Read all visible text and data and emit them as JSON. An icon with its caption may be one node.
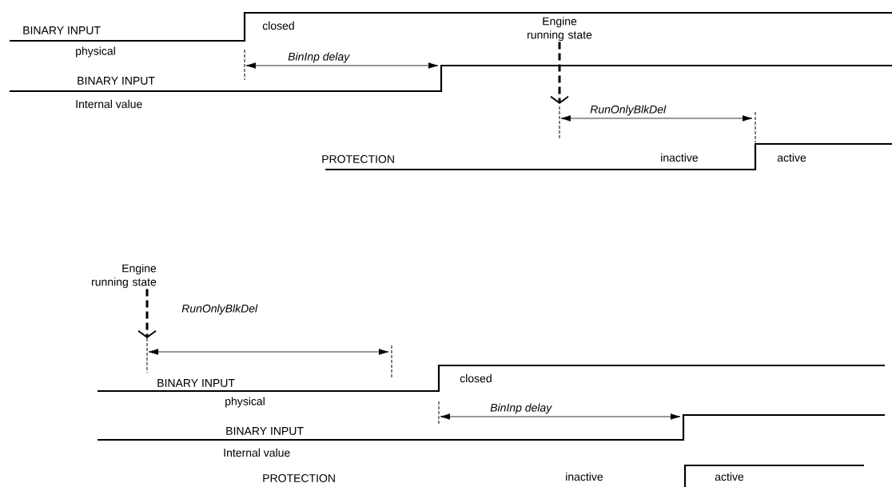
{
  "diagram": {
    "nodes": [
      {
        "text": [
          "Engine running state"
        ]
      },
      {
        "text": [
          "Engine running state"
        ]
      }
    ],
    "edges": [
      {
        "from": 0,
        "to": null,
        "arrow": "to",
        "style": "dashed"
      },
      {
        "from": 1,
        "to": null,
        "arrow": "to",
        "style": "dashed"
      }
    ],
    "labels": [
      "BINARY INPUT",
      "closed",
      "physical",
      "BinInp delay",
      "BINARY INPUT",
      "Internal value",
      "RunOnlyBlkDel",
      "PROTECTION",
      "inactive",
      "active",
      "RunOnlyBlkDel",
      "BINARY INPUT",
      "closed",
      "physical",
      "BinInp delay",
      "BINARY INPUT",
      "Internal value",
      "PROTECTION",
      "inactive",
      "active"
    ]
  }
}
